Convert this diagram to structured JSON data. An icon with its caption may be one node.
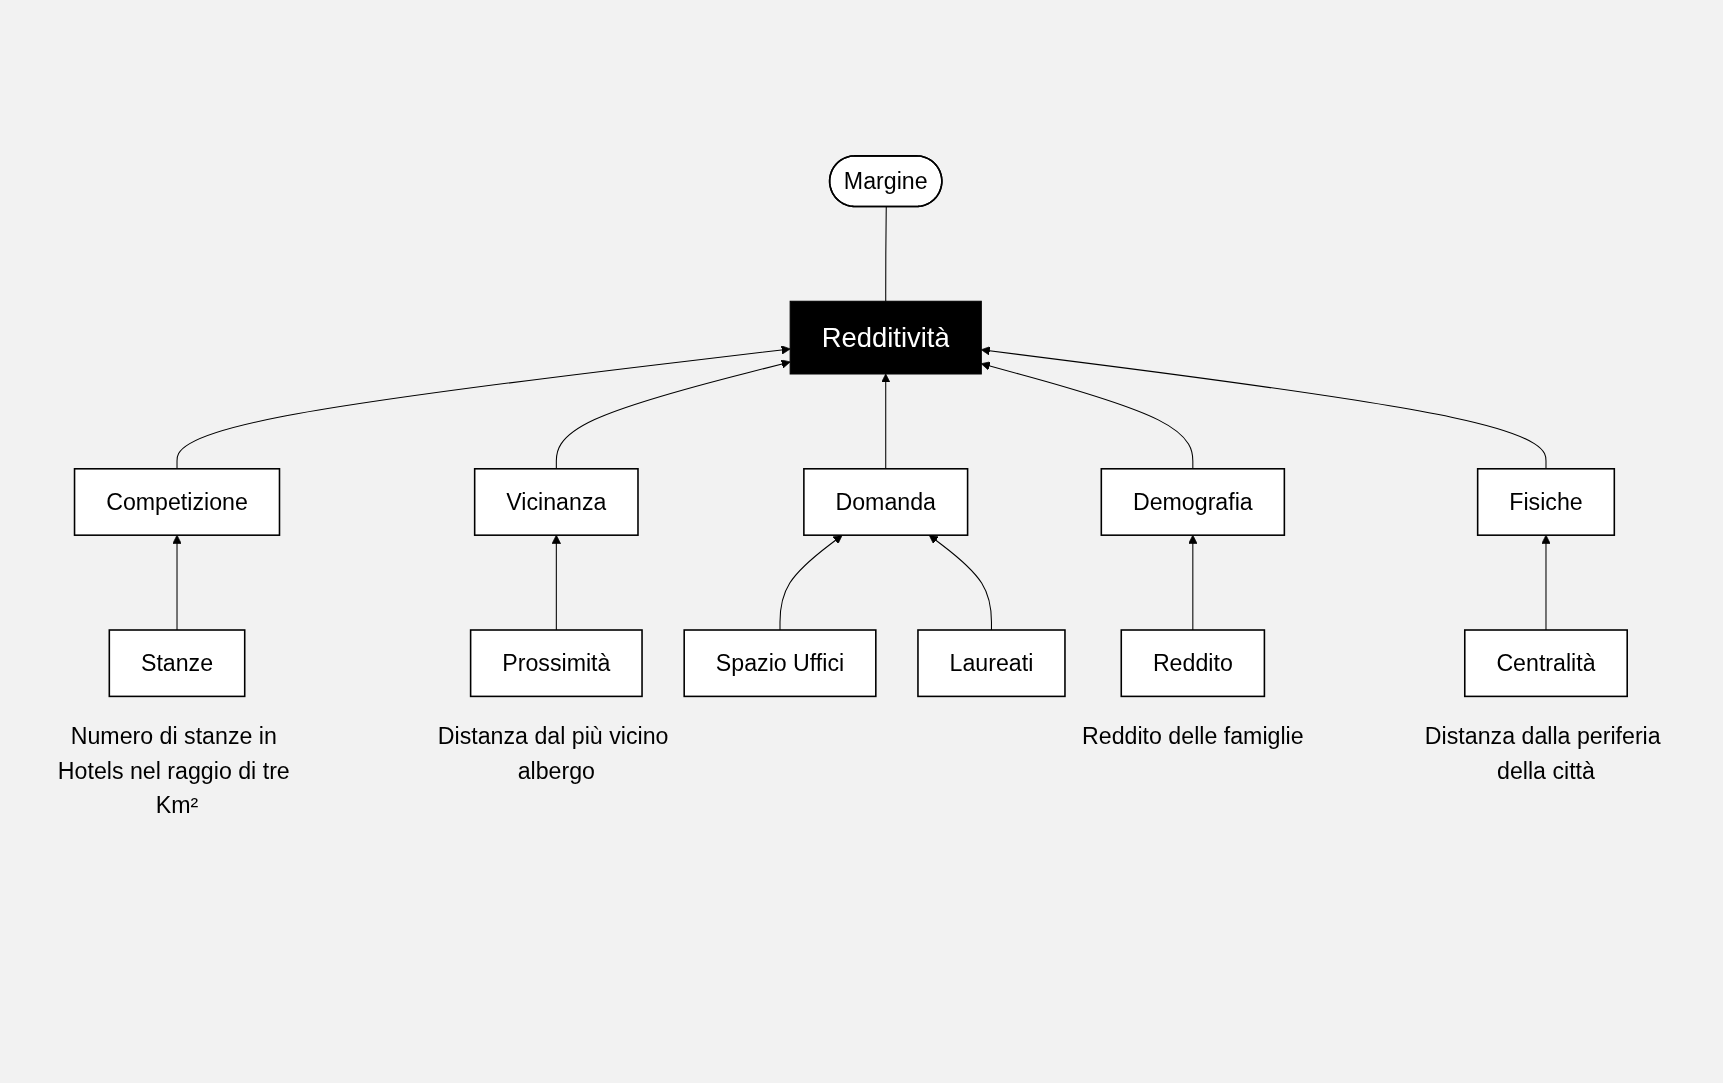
{
  "diagram": {
    "nodes": [
      {
        "text": [
          "Redditività"
        ]
      },
      {
        "text": [
          "Margine"
        ]
      },
      {
        "text": [
          "Competizione"
        ]
      },
      {
        "text": [
          "Vicinanza"
        ]
      },
      {
        "text": [
          "Domanda"
        ]
      },
      {
        "text": [
          "Demografia"
        ]
      },
      {
        "text": [
          "Fisiche"
        ]
      },
      {
        "text": [
          "Stanze"
        ],
        "beside": [
          "Numero di stanze in Hotels nel raggio di tre Km²"
        ]
      },
      {
        "text": [
          "Prossimità"
        ],
        "beside": [
          "Distanza dal più vicino albergo"
        ]
      },
      {
        "text": [
          "Spazio Uffici"
        ]
      },
      {
        "text": [
          "Laureati"
        ]
      },
      {
        "text": [
          "Reddito"
        ],
        "beside": [
          "Reddito delle famiglie"
        ]
      },
      {
        "text": [
          "Centralità"
        ],
        "beside": [
          "Distanza dalla periferia della città"
        ]
      }
    ],
    "edges": [
      {
        "from": 0,
        "to": 1,
        "arrow": "none"
      },
      {
        "from": 2,
        "to": 0,
        "arrow": "to"
      },
      {
        "from": 3,
        "to": 0,
        "arrow": "to"
      },
      {
        "from": 4,
        "to": 0,
        "arrow": "to"
      },
      {
        "from": 5,
        "to": 0,
        "arrow": "to"
      },
      {
        "from": 6,
        "to": 0,
        "arrow": "to"
      },
      {
        "from": 7,
        "to": 2,
        "arrow": "to"
      },
      {
        "from": 8,
        "to": 3,
        "arrow": "to"
      },
      {
        "from": 9,
        "to": 4,
        "arrow": "to"
      },
      {
        "from": 10,
        "to": 4,
        "arrow": "to"
      },
      {
        "from": 11,
        "to": 5,
        "arrow": "to"
      },
      {
        "from": 12,
        "to": 6,
        "arrow": "to"
      }
    ]
  }
}
